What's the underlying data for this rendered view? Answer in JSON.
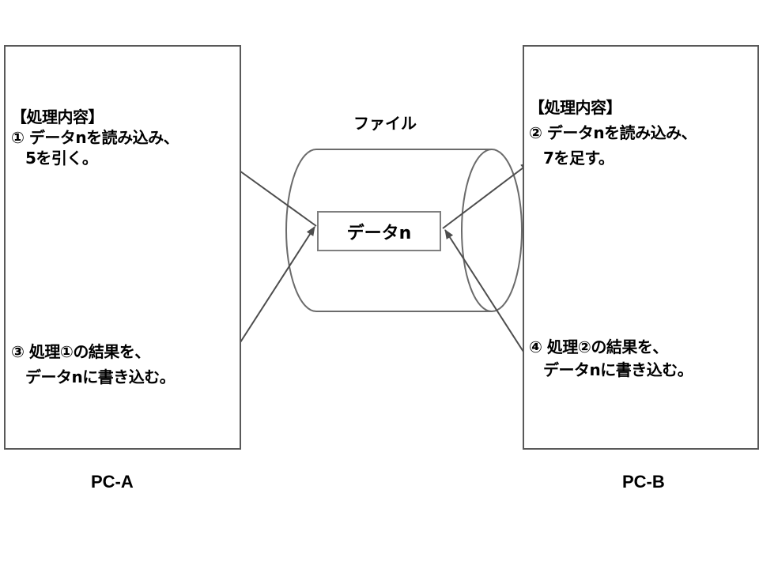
{
  "file": {
    "label": "ファイル",
    "data_label": "データn"
  },
  "pc_a": {
    "name": "PC-A",
    "heading": "【処理内容】",
    "step1_line1": "① データnを読み込み、",
    "step1_line2": "5を引く。",
    "step3_line1": "③ 処理①の結果を、",
    "step3_line2": "データnに書き込む。"
  },
  "pc_b": {
    "name": "PC-B",
    "heading": "【処理内容】",
    "step2_line1": "② データnを読み込み、",
    "step2_line2": "7を足す。",
    "step4_line1": "④ 処理②の結果を、",
    "step4_line2": "データnに書き込む。"
  },
  "colors": {
    "box_border": "#595959",
    "cylinder_stroke": "#6b6b6b",
    "arrow": "#4d4d4d",
    "text": "#000000"
  }
}
